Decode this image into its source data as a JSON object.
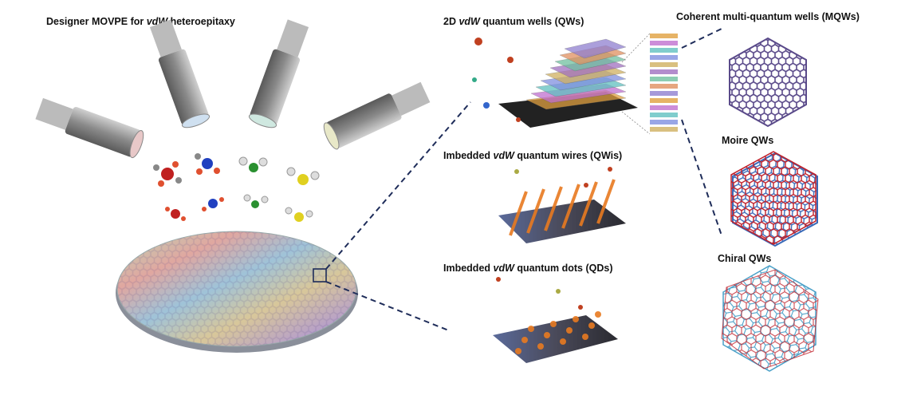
{
  "labels": {
    "movpe": {
      "pre": "Designer MOVPE for ",
      "em": "vdW",
      "post": " heteroepitaxy"
    },
    "qw": {
      "pre": "2D ",
      "em": "vdW",
      "post": " quantum wells (QWs)"
    },
    "qwi": {
      "pre": "Imbedded ",
      "em": "vdW",
      "post": " quantum wires (QWis)"
    },
    "qd": {
      "pre": "Imbedded ",
      "em": "vdW",
      "post": " quantum dots (QDs)"
    },
    "mqw": "Coherent multi-quantum wells (MQWs)",
    "moire": "Moire QWs",
    "chiral": "Chiral QWs"
  },
  "colors": {
    "dash": "#1f2d5a",
    "lattice_purple": "#5a4a8a",
    "lattice_red": "#c0202a",
    "lattice_blue": "#3a6ab8",
    "chiral_cyan": "#4aa0c8",
    "wire_orange": "#e87a20"
  }
}
